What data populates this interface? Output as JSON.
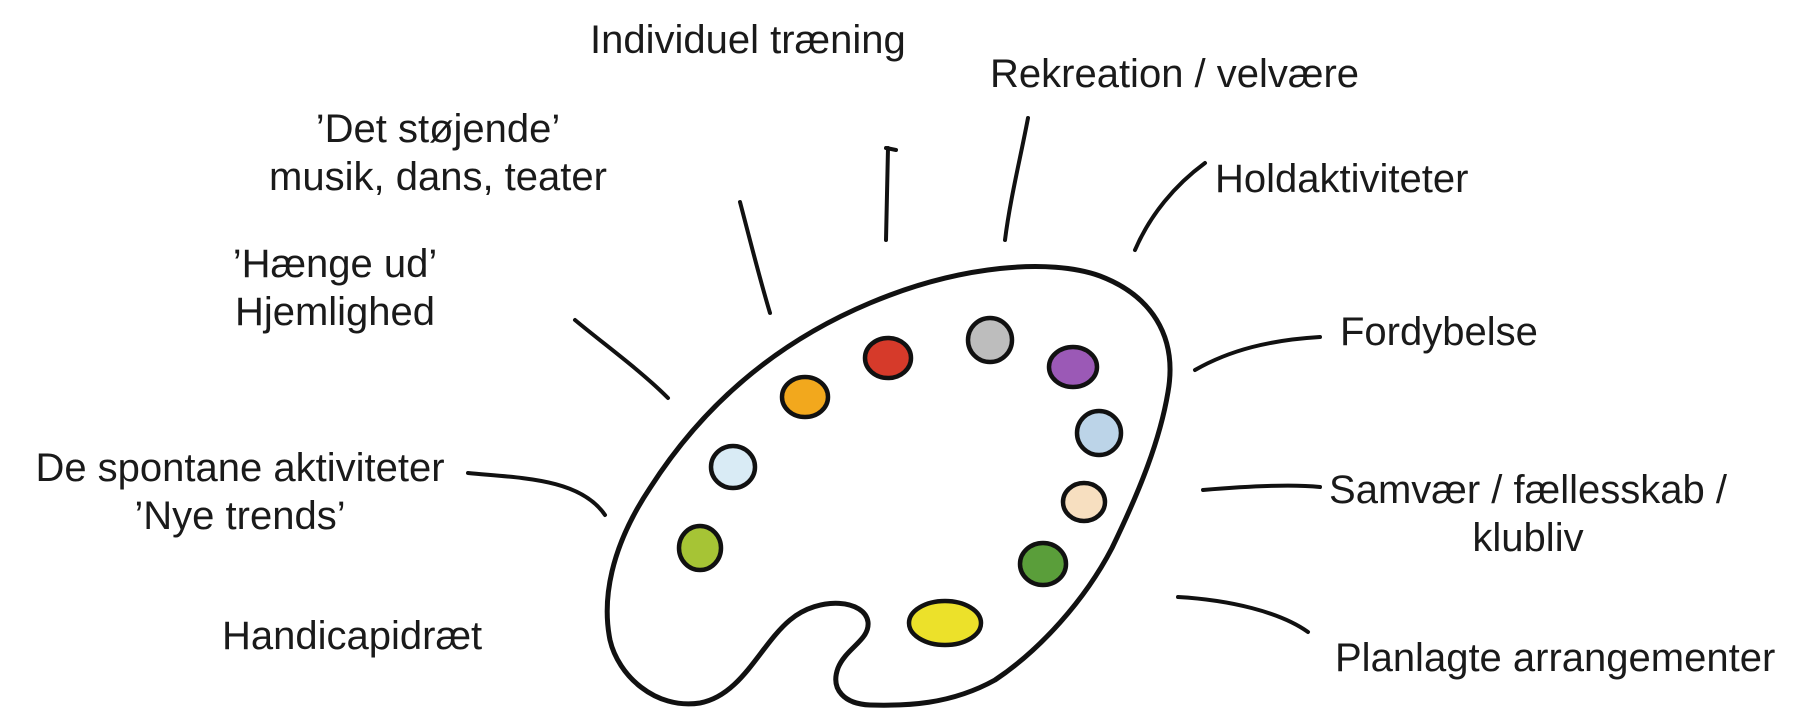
{
  "labels": {
    "individuel": "Individuel træning",
    "rekreation": "Rekreation / velvære",
    "stojende_1": "’Det støjende’",
    "stojende_2": "musik, dans, teater",
    "holdaktiviteter": "Holdaktiviteter",
    "haenge_1": "’Hænge ud’",
    "haenge_2": "Hjemlighed",
    "fordybelse": "Fordybelse",
    "spontane_1": "De spontane aktiviteter",
    "spontane_2": "’Nye trends’",
    "samvaer_1": "Samvær / fællesskab /",
    "samvaer_2": "klubliv",
    "handicap": "Handicapidræt",
    "planlagte": "Planlagte arrangementer"
  },
  "paints": [
    {
      "name": "light-blue-left",
      "color": "#d9ebf5"
    },
    {
      "name": "orange",
      "color": "#f2a81d"
    },
    {
      "name": "red",
      "color": "#d63a2a"
    },
    {
      "name": "grey",
      "color": "#bdbdbd"
    },
    {
      "name": "purple",
      "color": "#9b59b6"
    },
    {
      "name": "light-blue-right",
      "color": "#bcd4e8"
    },
    {
      "name": "peach",
      "color": "#f7dfc0"
    },
    {
      "name": "green",
      "color": "#5a9e3a"
    },
    {
      "name": "yellow",
      "color": "#ece12a"
    },
    {
      "name": "lime-green",
      "color": "#a6c435"
    }
  ]
}
